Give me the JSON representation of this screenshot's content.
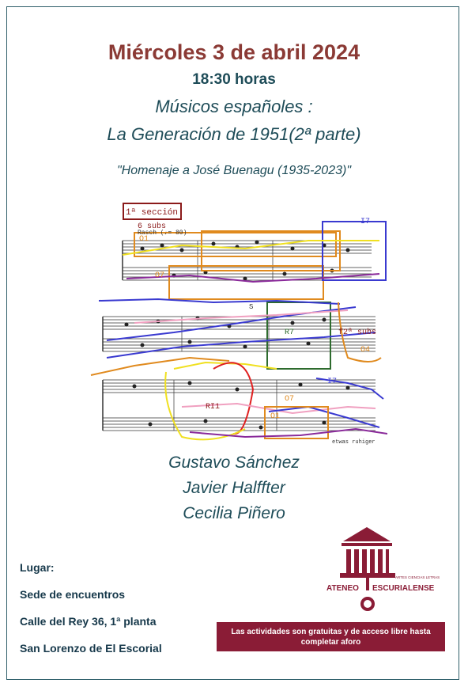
{
  "event": {
    "date": "Miércoles 3 de abril 2024",
    "time": "18:30 horas",
    "title_line1": "Músicos españoles :",
    "title_line2": "La Generación de 1951(2ª parte)",
    "homenaje": "\"Homenaje a José Buenagu (1935-2023)\""
  },
  "score_labels": {
    "section": "1ª sección",
    "subs": "6 subs",
    "tempo": "Rasch (♩= 80)",
    "o1a": "O1",
    "o7a": "O7",
    "s": "S",
    "r7": "R7",
    "i7a": "I7",
    "f2subs": "f2ª subs",
    "o4": "O4",
    "ri1": "RI1",
    "o7b": "O7",
    "o1b": "O1",
    "i7b": "I7",
    "footer": "etwas ruhiger"
  },
  "composers": [
    "Gustavo Sánchez",
    "Javier Halffter",
    "Cecilia Piñero"
  ],
  "location": {
    "label": "Lugar:",
    "line1": "Sede de encuentros",
    "line2": "Calle del Rey 36, 1ª planta",
    "line3": "San Lorenzo de El Escorial"
  },
  "logo": {
    "tagline": "ARTES CIENCIAS LETRAS",
    "name_a": "ATENEO",
    "name_b": "ESCURIALENSE"
  },
  "notice": "Las actividades son gratuitas y de acceso libre hasta completar aforo",
  "colors": {
    "date": "#8b3a35",
    "text": "#1e4c58",
    "brand": "#8a1c36"
  }
}
